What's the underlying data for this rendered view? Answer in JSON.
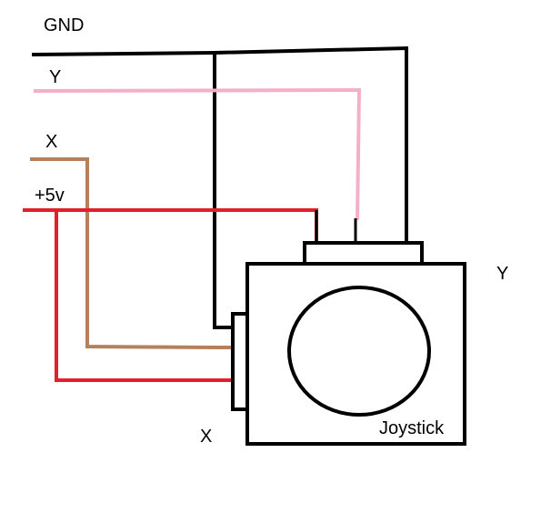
{
  "labels": {
    "gnd": "GND",
    "y_wire": "Y",
    "x_wire": "X",
    "vcc": "+5v",
    "axis_y": "Y",
    "axis_x": "X",
    "device": "Joystick"
  },
  "colors": {
    "gnd": "#000000",
    "y_wire": "#f4b0c8",
    "x_wire": "#b5805a",
    "vcc": "#e0202a",
    "outline": "#000000"
  }
}
